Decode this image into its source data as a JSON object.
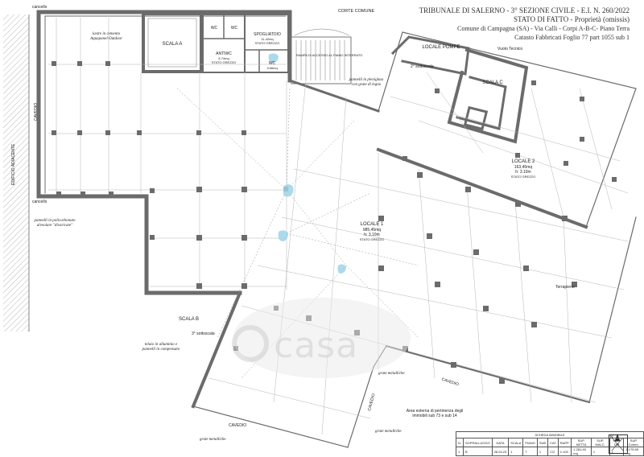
{
  "header": {
    "line1": "TRIBUNALE DI SALERNO - 3° SEZIONE CIVILE - E.I. N. 260/2022",
    "line2": "STATO DI FATTO - Proprietà (omissis)",
    "line3": "Comune di Campagna (SA) - Via Calli - Corpi A-B-C- Piano Terra",
    "line4": "Catasto Fabbricati Foglio 77 part 1055 sub 1"
  },
  "labels": {
    "corte_comune": "CORTE COMUNE",
    "cancello_top": "cancello",
    "cancello_left": "cancello",
    "scala_a": "SCALA A",
    "wc1": "WC",
    "wc2": "WC",
    "antiwc": "ANTIWC",
    "antiwc_area": "6.74mq",
    "antiwc_state": "STATO GREZZO",
    "spogliatoio": "SPOGLIATOIO",
    "spogliatoio_area": "11.42mq",
    "spogliatoio_state": "STATO GREZZO",
    "wc3": "WC",
    "wc3_area": "3.66mq",
    "rampa": "RAMPA DI ACCESSO AL PIANO INTERRATO",
    "lastre": "lastre in cemento",
    "lastre2": "Aquapanel Outdoor",
    "cavedio_left": "CAVEDIO",
    "edificio_adiacente": "EDIFICIO ADIACENTE",
    "pannelli_left": "pannelli in policarbonato",
    "pannelli_left2": "alveolare \"divaricate\"",
    "pannelli_top": "pannelli in plexiglass",
    "pannelli_top2": "con grate di legno",
    "locale_pompe": "LOCALE POMPE",
    "vuoto_tecnico": "Vuoto Tecnico",
    "scala_c": "SCALA C",
    "locale2": "LOCALE 2",
    "locale2_area": "163,45mq",
    "locale2_h": "h: 3.10m",
    "locale2_state": "STATO GREZZO",
    "locale1": "LOCALE 1",
    "locale1_area": "985,45mq",
    "locale1_h": "h: 3.10m",
    "locale1_state": "STATO GREZZO",
    "terrapieno": "Terrapieno",
    "scala_b": "SCALA B",
    "soppalco": "3° sottoscala",
    "telaio": "telaio in alluminio e",
    "telaio2": "pannelli in compensato",
    "grate_metalliche": "grate metalliche",
    "cavedio_bottom": "CAVEDIO",
    "cavedio_right": "CAVEDIO",
    "cavedio_diag": "CAVEDIO",
    "grate_bottom": "grate metalliche",
    "grate_bottom2": "grate metalliche",
    "area_esterna": "Area esterna di pertinenza degli",
    "area_esterna2": "immobili sub 73 e sub 14",
    "soppalco2": "2° sottoscala",
    "watermark": "casa"
  },
  "title_table": {
    "caption": "SCHEDA IMMOBILE",
    "headers": [
      "N.",
      "SOPRALLUOGO",
      "DATA",
      "SCALA",
      "PIANO",
      "SUB",
      "CAT",
      "RAPP.",
      "SUP. NETTA",
      "SUP. MALC.",
      "SUP. DM",
      "SUP. Comm."
    ],
    "row": [
      "1",
      "B",
      "28.04.23",
      "1",
      "T",
      "1",
      "C/2",
      "1:100",
      "1.281,45 mq",
      "1",
      "1",
      "1.179,65 mq"
    ]
  },
  "north": {
    "label": "N"
  },
  "colors": {
    "wall": "#6b6b6b",
    "line": "#9a9a9a",
    "water": "#9fd3e6",
    "text": "#222222"
  }
}
